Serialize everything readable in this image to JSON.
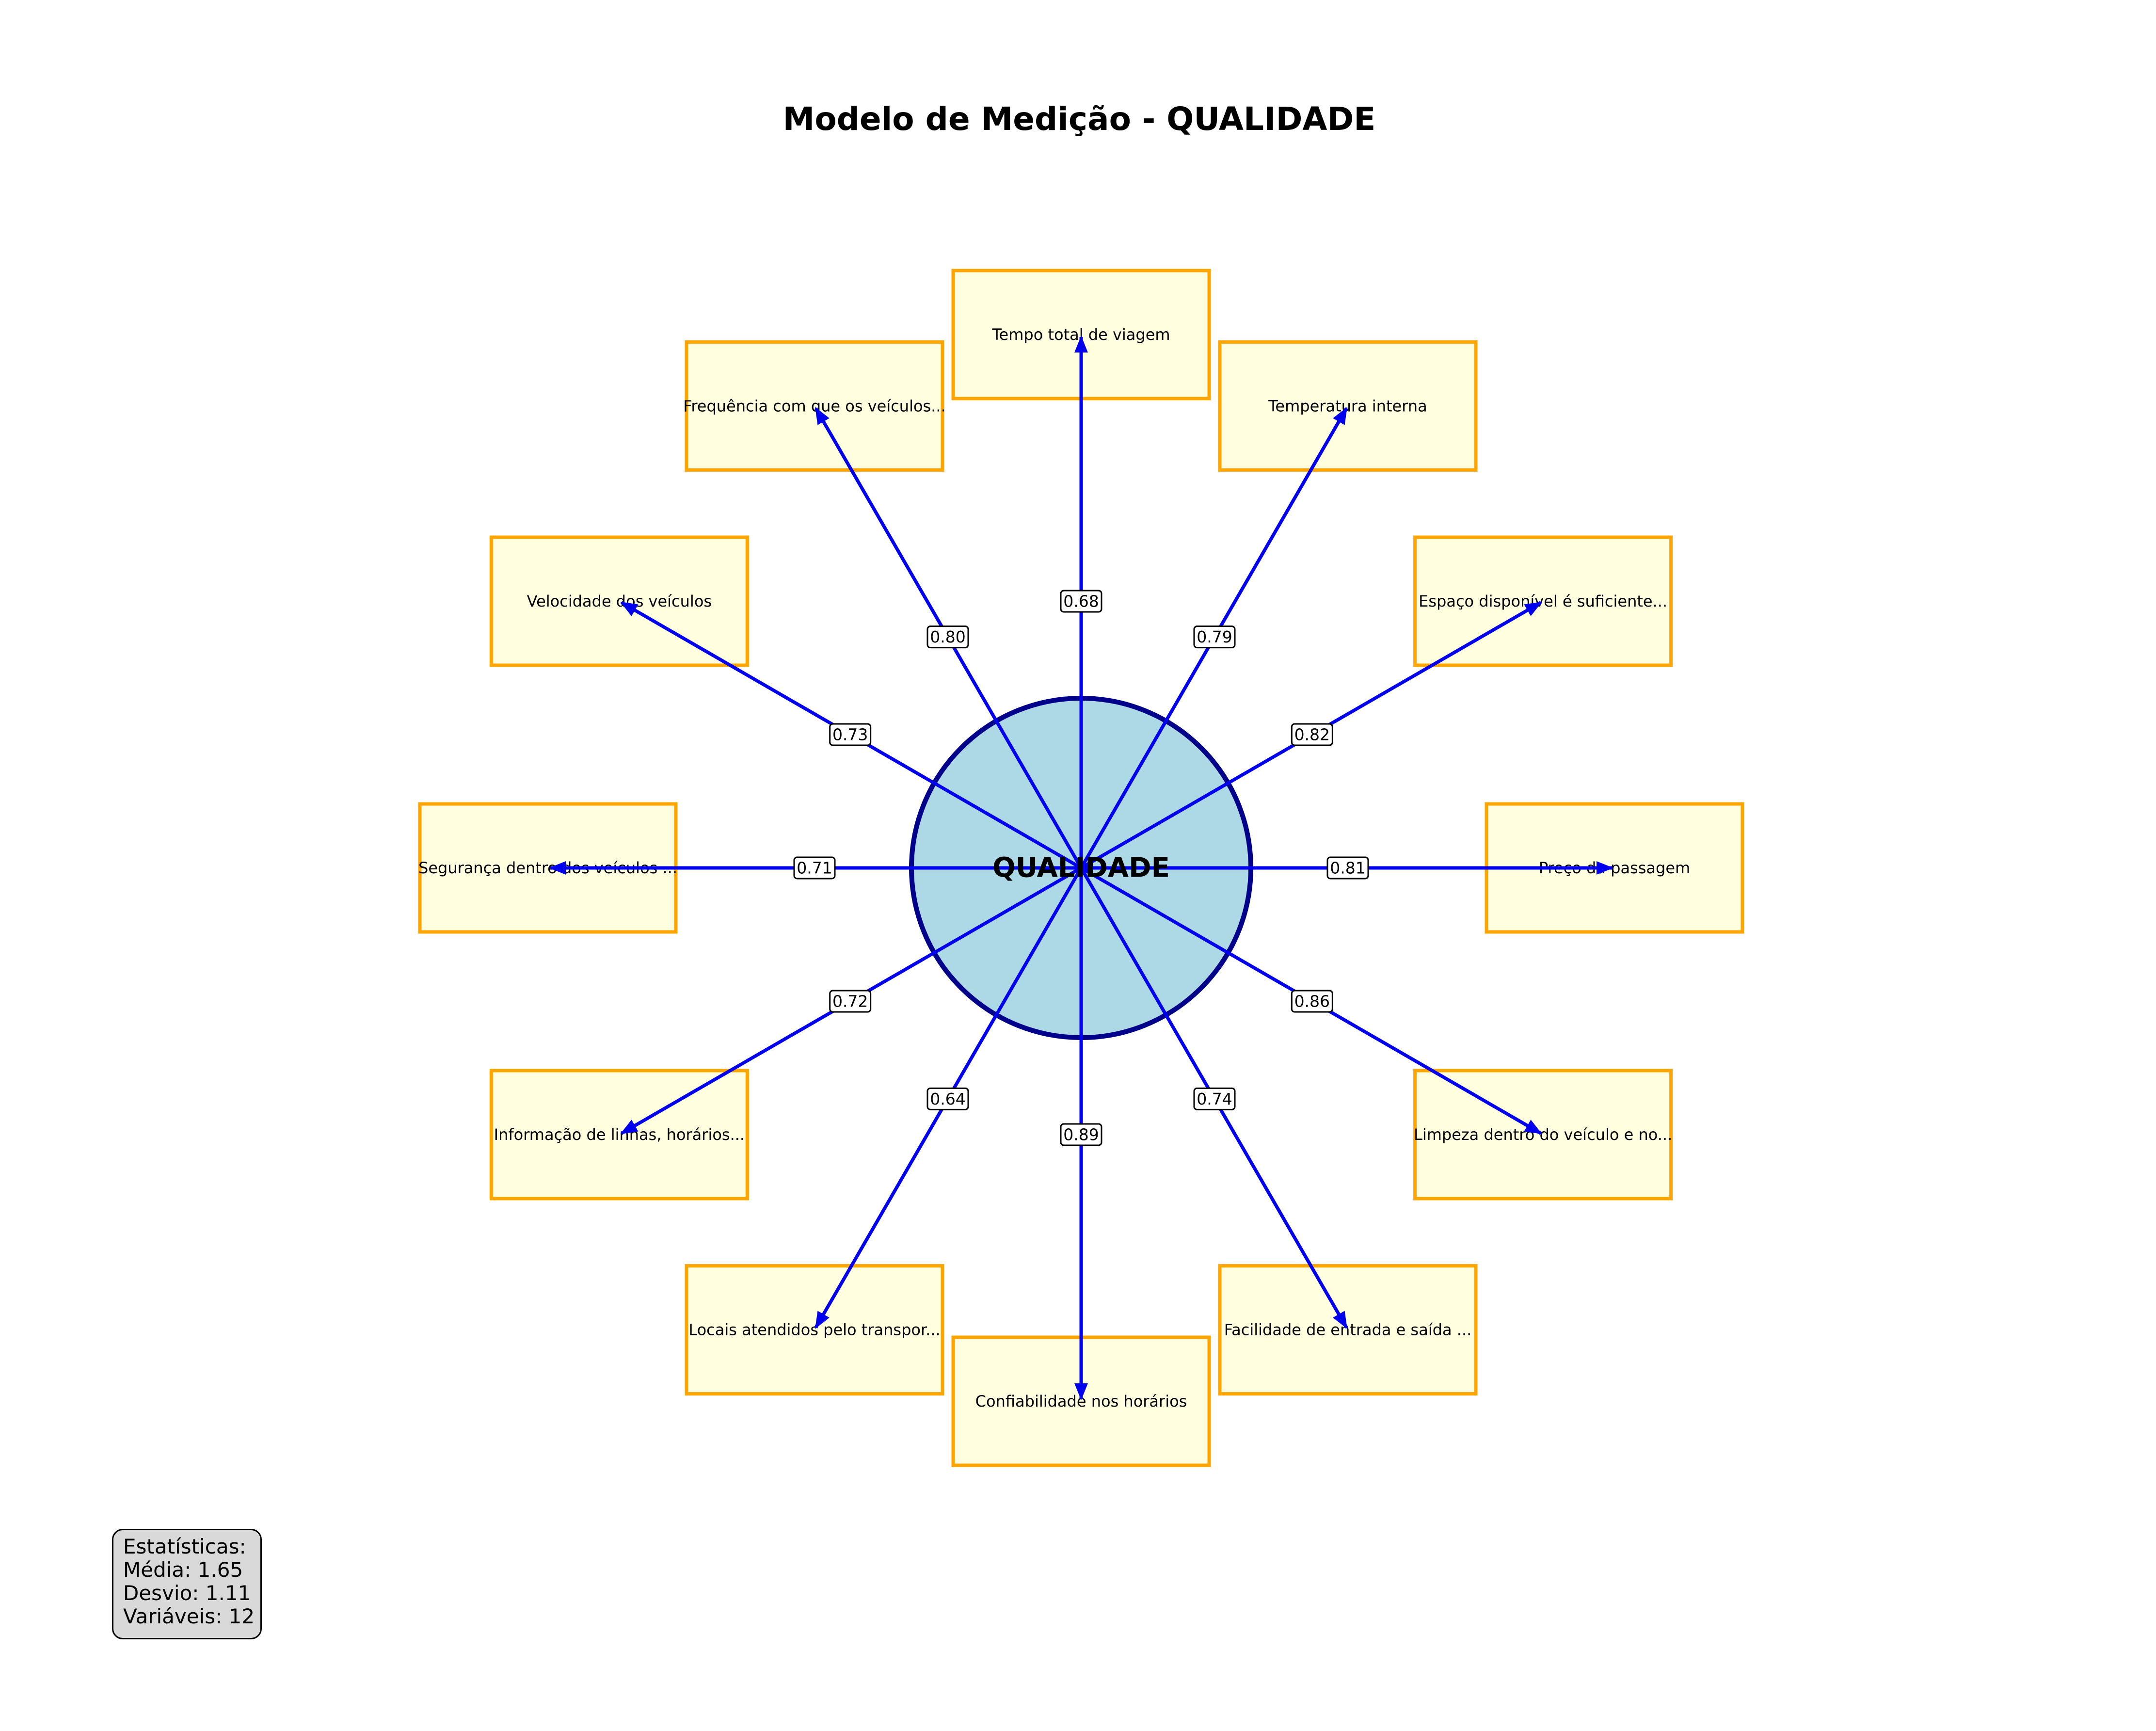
{
  "title": "Modelo de Medição - QUALIDADE",
  "construct": {
    "label": "QUALIDADE",
    "fill": "#add8e6",
    "stroke": "#00008b"
  },
  "colors": {
    "arrow": "#0000ee",
    "box_fill": "#ffffe0",
    "box_stroke": "#ffa500"
  },
  "indicators": [
    {
      "label": "Tempo total de viagem",
      "loading": "0.68"
    },
    {
      "label": "Temperatura interna",
      "loading": "0.79"
    },
    {
      "label": "Espaço disponível é suficiente...",
      "loading": "0.82"
    },
    {
      "label": "Preço da passagem",
      "loading": "0.81"
    },
    {
      "label": "Limpeza dentro do veículo e no...",
      "loading": "0.86"
    },
    {
      "label": "Facilidade de entrada e saída ...",
      "loading": "0.74"
    },
    {
      "label": "Confiabilidade nos horários",
      "loading": "0.89"
    },
    {
      "label": "Locais atendidos pelo transpor...",
      "loading": "0.64"
    },
    {
      "label": "Informação de linhas, horários...",
      "loading": "0.72"
    },
    {
      "label": "Segurança dentro dos veículos ...",
      "loading": "0.71"
    },
    {
      "label": "Velocidade dos veículos",
      "loading": "0.73"
    },
    {
      "label": "Frequência com que os veículos...",
      "loading": "0.80"
    }
  ],
  "stats": {
    "heading": "Estatísticas:",
    "mean": "Média: 1.65",
    "sd": "Desvio: 1.11",
    "count": "Variáveis: 12"
  }
}
